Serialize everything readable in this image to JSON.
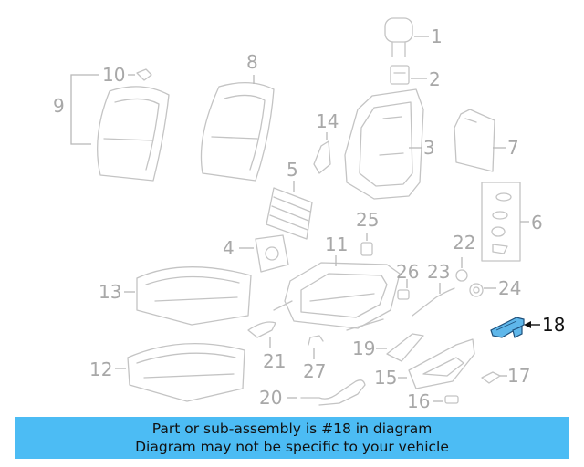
{
  "diagram": {
    "callouts": [
      "1",
      "2",
      "3",
      "4",
      "5",
      "6",
      "7",
      "8",
      "9",
      "10",
      "11",
      "12",
      "13",
      "14",
      "15",
      "16",
      "17",
      "18",
      "19",
      "20",
      "21",
      "22",
      "23",
      "24",
      "25",
      "26",
      "27"
    ],
    "highlighted_part": "18",
    "colors": {
      "highlight_fill": "#5fb7ea",
      "line": "#c4c4c4",
      "label": "#a8a8a8"
    }
  },
  "banner": {
    "line1": "Part or sub-assembly is #18 in diagram",
    "line2": "Diagram may not be specific to your vehicle",
    "background": "#4cbcf4"
  }
}
